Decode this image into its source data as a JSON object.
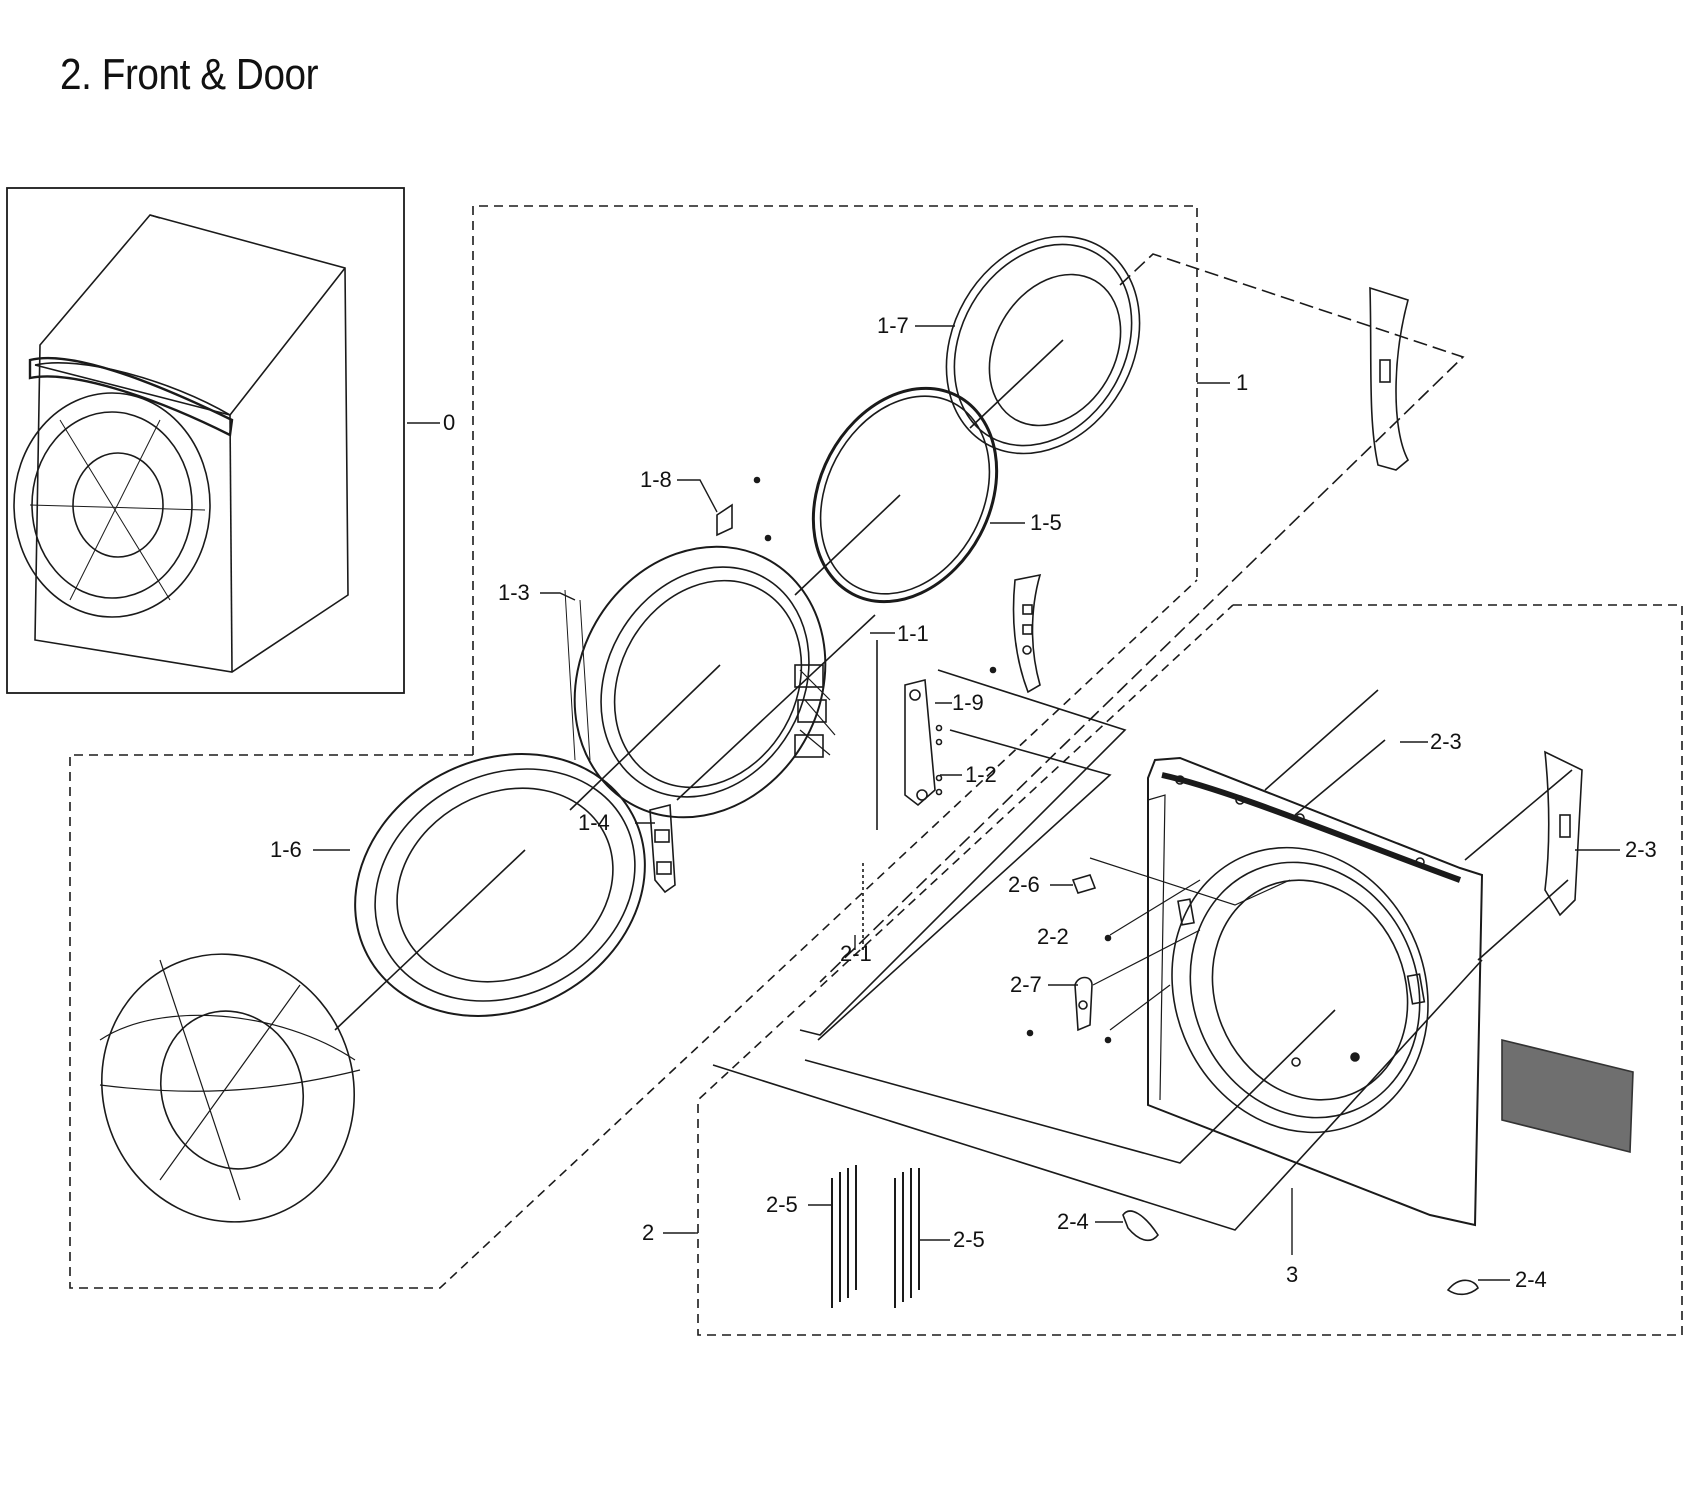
{
  "title": "2. Front & Door",
  "diagram_type": "exploded parts diagram",
  "groups": [
    {
      "label": "0",
      "name": "dryer-assembly"
    },
    {
      "label": "1",
      "name": "door-assembly"
    },
    {
      "label": "2",
      "name": "frame-front-assembly"
    }
  ],
  "callouts": [
    "0",
    "1",
    "1-1",
    "1-2",
    "1-3",
    "1-4",
    "1-5",
    "1-6",
    "1-7",
    "1-8",
    "1-9",
    "2",
    "2-1",
    "2-2",
    "2-3",
    "2-3",
    "2-4",
    "2-4",
    "2-5",
    "2-5",
    "2-6",
    "2-7",
    "3"
  ],
  "colors": {
    "ink": "#1a1a1a",
    "filter_panel": "#6f6f6f"
  }
}
